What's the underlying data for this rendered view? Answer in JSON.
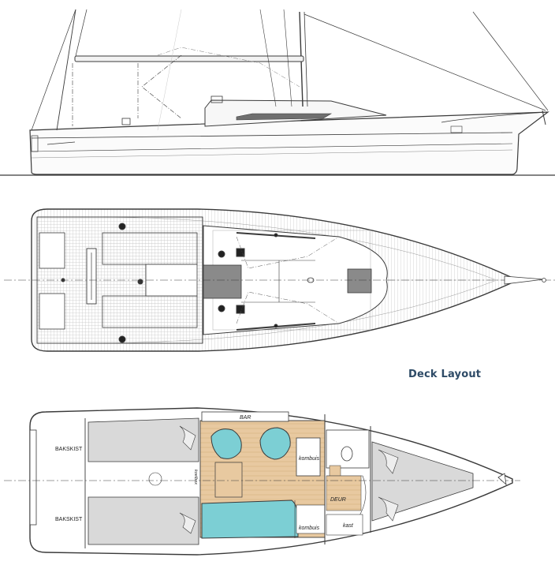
{
  "deck_layout_title": "Deck Layout",
  "interior_labels": {
    "bakskist_top": "BAKSKIST",
    "bakskist_bottom": "BAKSKIST",
    "bar": "BAR",
    "kombuis_top": "kombuis",
    "kombuis_bottom": "kombuis",
    "deur": "DEUR",
    "kast": "kast",
    "koelbox": "koelbox"
  },
  "colors": {
    "line": "#3a3a3a",
    "deck_hatch": "#bfbfbf",
    "hull_grey": "#d9d9d9",
    "wood_floor": "#e8c9a0",
    "seat_blue": "#7ccfd4",
    "dark_panel": "#6f6f6f",
    "title": "#2d4a66"
  }
}
